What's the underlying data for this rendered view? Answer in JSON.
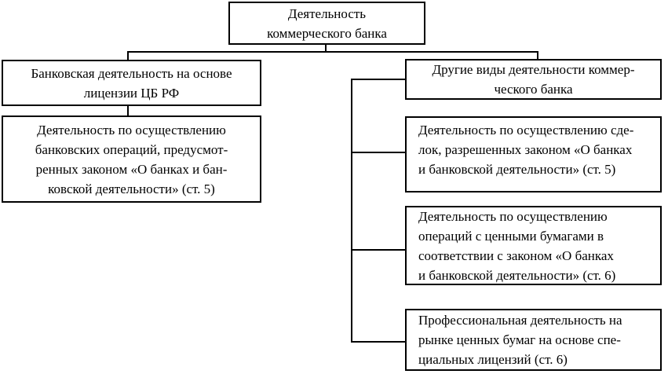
{
  "colors": {
    "page_bg": "#ffffff",
    "box_bg": "#ffffff",
    "box_border": "#000000",
    "text": "#000000",
    "line": "#000000"
  },
  "nodes": {
    "root": {
      "lines": [
        "Деятельность",
        "коммерческого банка"
      ]
    },
    "left_license": {
      "lines": [
        "Банковская деятельность на основе",
        "лицензии ЦБ РФ"
      ]
    },
    "left_operations": {
      "lines": [
        "Деятельность по осуществлению",
        "банковских операций, предусмот-",
        "ренных законом «О банках и бан-",
        "ковской деятельности» (ст. 5)"
      ]
    },
    "right_other": {
      "lines": [
        "Другие виды деятельности коммер-",
        "ческого банка"
      ]
    },
    "right_deals": {
      "lines": [
        "Деятельность по осуществлению сде-",
        "лок, разрешенных законом «О банках",
        "и банковской деятельности» (ст. 5)"
      ]
    },
    "right_securities_ops": {
      "lines": [
        "Деятельность по осуществлению",
        "операций с ценными бумагами в",
        "соответствии с законом «О банках",
        "и банковской деятельности» (ст. 6)"
      ]
    },
    "right_professional": {
      "lines": [
        "Профессиональная деятельность на",
        "рынке ценных бумаг на основе спе-",
        "циальных лицензий (ст. 6)"
      ]
    }
  }
}
